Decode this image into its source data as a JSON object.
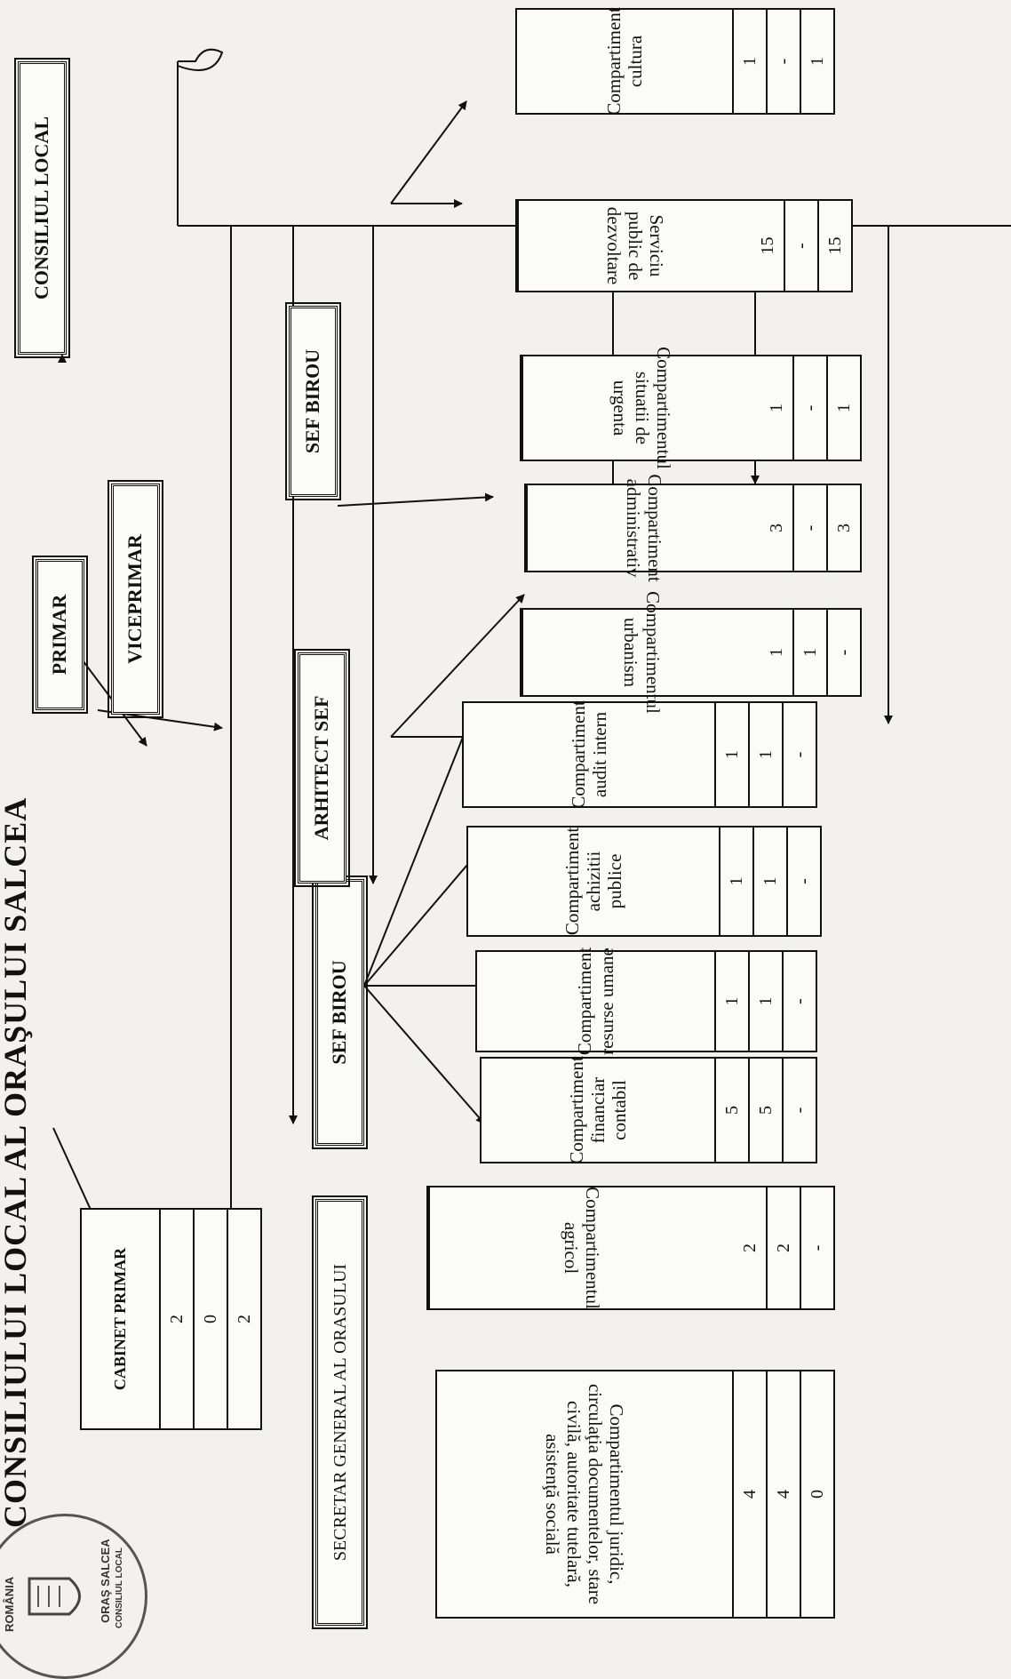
{
  "title": "CONSILIULUI LOCAL AL ORAŞULUI SALCEA",
  "seal": {
    "text_top": "ROMÂNIA",
    "text_bottom": "ORAŞ SALCEA",
    "text_side": "CONSILIUL LOCAL"
  },
  "consiliul_local": "CONSILIUL LOCAL",
  "primar": "PRIMAR",
  "viceprimar": "VICEPRIMAR",
  "secretar": "SECRETAR GENERAL AL ORASULUI",
  "sef_birou_1": "SEF BIROU",
  "sef_birou_2": "SEF BIROU",
  "arhitect": "ARHITECT SEF",
  "cabinet": {
    "name": "CABINET PRIMAR",
    "v1": "2",
    "v2": "0",
    "v3": "2"
  },
  "juridic": {
    "name": "Compartimentul juridic, circulaţia documentelor, stare civilă, autoritate tutelară, asistenţă socială",
    "v1": "4",
    "v2": "4",
    "v3": "0"
  },
  "agricol": {
    "name": "Compartimentul agricol",
    "v1": "2",
    "v2": "2",
    "v3": "-"
  },
  "financiar": {
    "name": "Compartiment financiar contabil",
    "v1": "5",
    "v2": "5",
    "v3": "-"
  },
  "resurse": {
    "name": "Compartiment resurse umane",
    "v1": "1",
    "v2": "1",
    "v3": "-"
  },
  "achizitii": {
    "name": "Compartiment achizitii publice",
    "v1": "1",
    "v2": "1",
    "v3": "-"
  },
  "audit": {
    "name": "Compartiment audit intern",
    "v1": "1",
    "v2": "1",
    "v3": "-"
  },
  "urbanism": {
    "name": "Compartimentul urbanism",
    "v1": "1",
    "v2": "1",
    "v3": "-"
  },
  "administrativ": {
    "name": "Compartiment administrativ",
    "v1": "3",
    "v2": "-",
    "v3": "3"
  },
  "urgenta": {
    "name": "Compartimentul situatii de urgenta",
    "v1": "1",
    "v2": "-",
    "v3": "1"
  },
  "dezvoltare": {
    "name": "Serviciu public de dezvoltare",
    "v1": "15",
    "v2": "-",
    "v3": "15"
  },
  "cultura": {
    "name": "Compartiment cultura",
    "v1": "1",
    "v2": "-",
    "v3": "1"
  }
}
